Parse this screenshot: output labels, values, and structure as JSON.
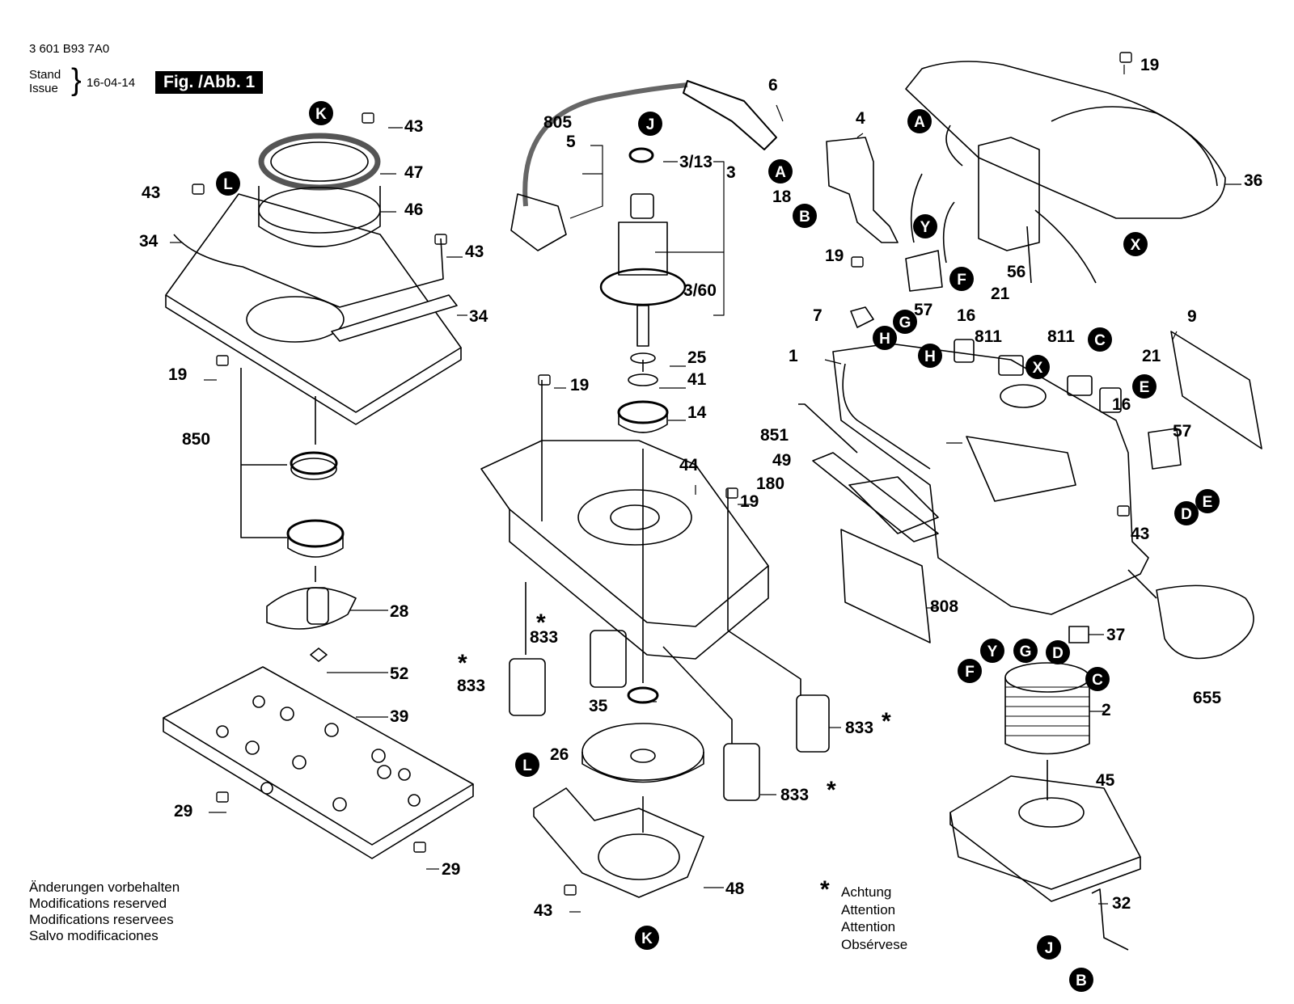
{
  "header": {
    "doc_number": "3 601 B93 7A0",
    "stand_label": "Stand",
    "issue_label": "Issue",
    "date": "16-04-14",
    "figure_label": "Fig. /Abb. 1"
  },
  "footer_notes": [
    "Änderungen vorbehalten",
    "Modifications reserved",
    "Modifications reservees",
    "Salvo modificaciones"
  ],
  "attention": {
    "symbol": "*",
    "lines": [
      "Achtung",
      "Attention",
      "Attention",
      "Obsérvese"
    ]
  },
  "part_labels": [
    "3/13",
    "3",
    "3/60",
    "25",
    "41",
    "14",
    "44",
    "19",
    "19",
    "19",
    "19",
    "19",
    "43",
    "43",
    "43",
    "43",
    "43",
    "47",
    "46",
    "34",
    "34",
    "850",
    "28",
    "52",
    "39",
    "29",
    "29",
    "833",
    "833",
    "833",
    "833",
    "35",
    "26",
    "48",
    "805",
    "5",
    "6",
    "4",
    "18",
    "7",
    "57",
    "57",
    "16",
    "16",
    "21",
    "21",
    "811",
    "811",
    "1",
    "851",
    "49",
    "180",
    "808",
    "9",
    "56",
    "36",
    "2",
    "45",
    "32",
    "37",
    "655"
  ],
  "markers": [
    "A",
    "A",
    "B",
    "B",
    "C",
    "C",
    "D",
    "D",
    "E",
    "E",
    "F",
    "F",
    "G",
    "G",
    "H",
    "H",
    "J",
    "J",
    "K",
    "K",
    "L",
    "L",
    "X",
    "X",
    "Y",
    "Y"
  ]
}
